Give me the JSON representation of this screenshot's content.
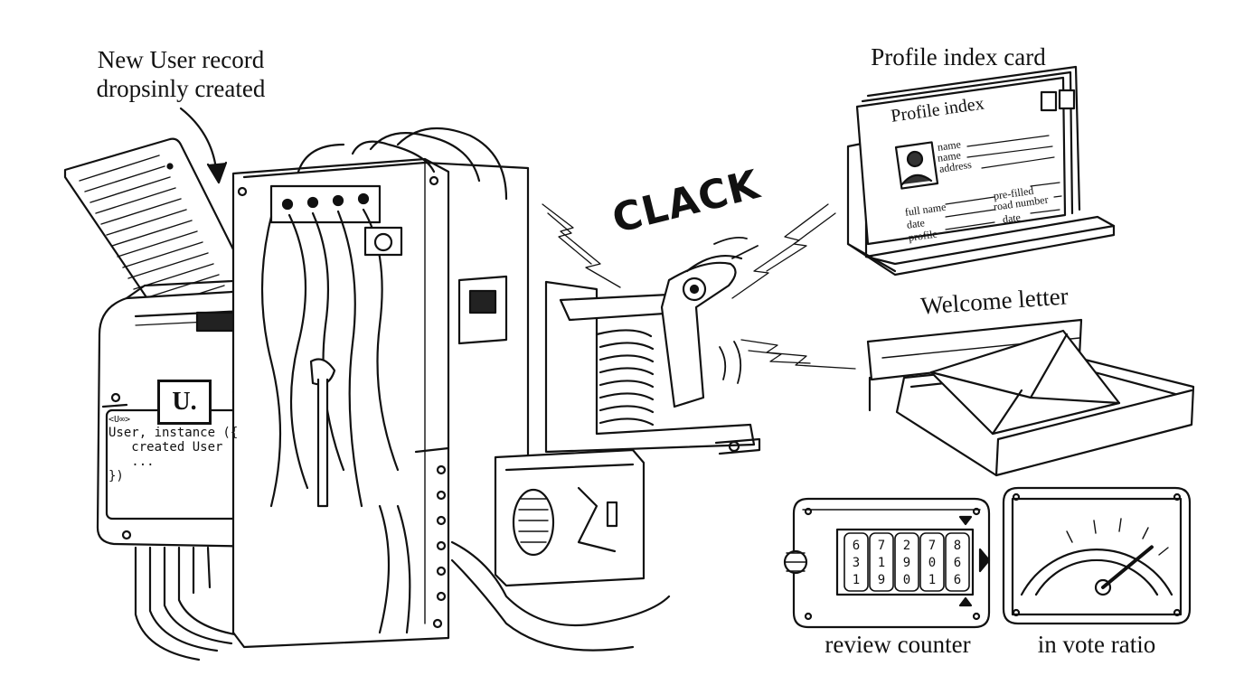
{
  "labels": {
    "new_user": "New User record dropsinly created",
    "profile_card": "Profile index card",
    "welcome_letter": "Welcome letter",
    "review_counter": "review counter",
    "vote_ratio": "in vote ratio"
  },
  "sound_effect": "CLACK",
  "machine": {
    "badge": "U.",
    "screen_tag": "<U∞>",
    "screen_lines": [
      "User, instance ({",
      "   created User",
      "   ...",
      "})"
    ]
  },
  "profile_card": {
    "title": "Profile index",
    "fields_top": [
      "name",
      "name",
      "address"
    ],
    "fields_left": [
      "full name",
      "date",
      "profile"
    ],
    "fields_right": [
      "pre-filled",
      "road number",
      "date"
    ]
  },
  "counter_digits": [
    [
      "6",
      "3",
      "1"
    ],
    [
      "7",
      "1",
      "9"
    ],
    [
      "2",
      "9",
      "0"
    ],
    [
      "7",
      "0",
      "1"
    ],
    [
      "8",
      "6",
      "6"
    ]
  ],
  "gauge": {
    "needle_fraction": 0.78
  }
}
